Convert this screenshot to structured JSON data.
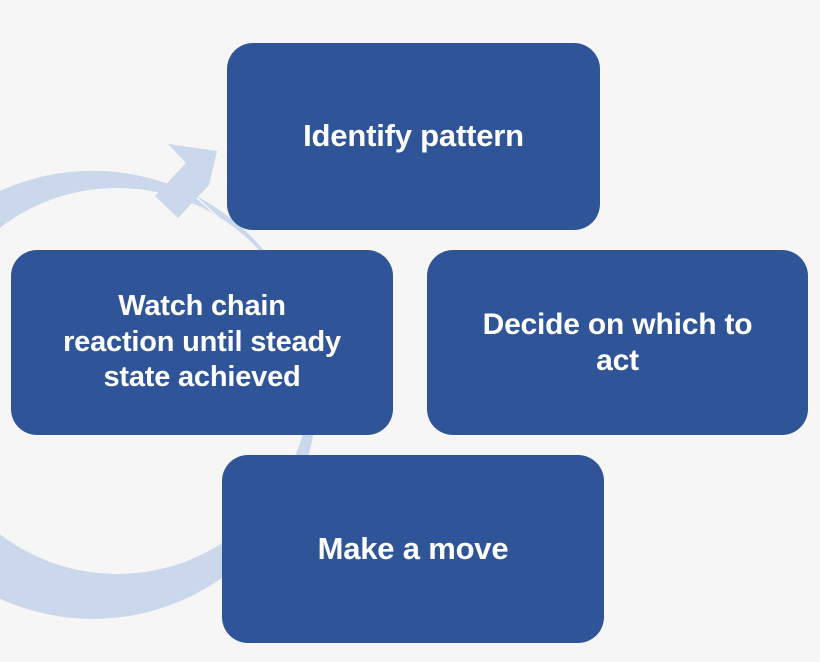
{
  "diagram": {
    "title": "Identify pattern cycle",
    "type": "cycle-diagram",
    "background_color": "#f6f6f6",
    "node_color": "#2f5497",
    "node_text_color": "#ffffff",
    "arrow_color": "#cbd7ea",
    "arrow_direction": "clockwise",
    "nodes": [
      {
        "id": "identify-pattern",
        "position": "top",
        "label": "Identify pattern"
      },
      {
        "id": "decide-on-which-to-act",
        "position": "right",
        "label": "Decide on which to\nact"
      },
      {
        "id": "make-a-move",
        "position": "bottom",
        "label": "Make a move"
      },
      {
        "id": "watch-chain-reaction",
        "position": "left",
        "label": "Watch chain\nreaction until steady\nstate achieved"
      }
    ]
  }
}
